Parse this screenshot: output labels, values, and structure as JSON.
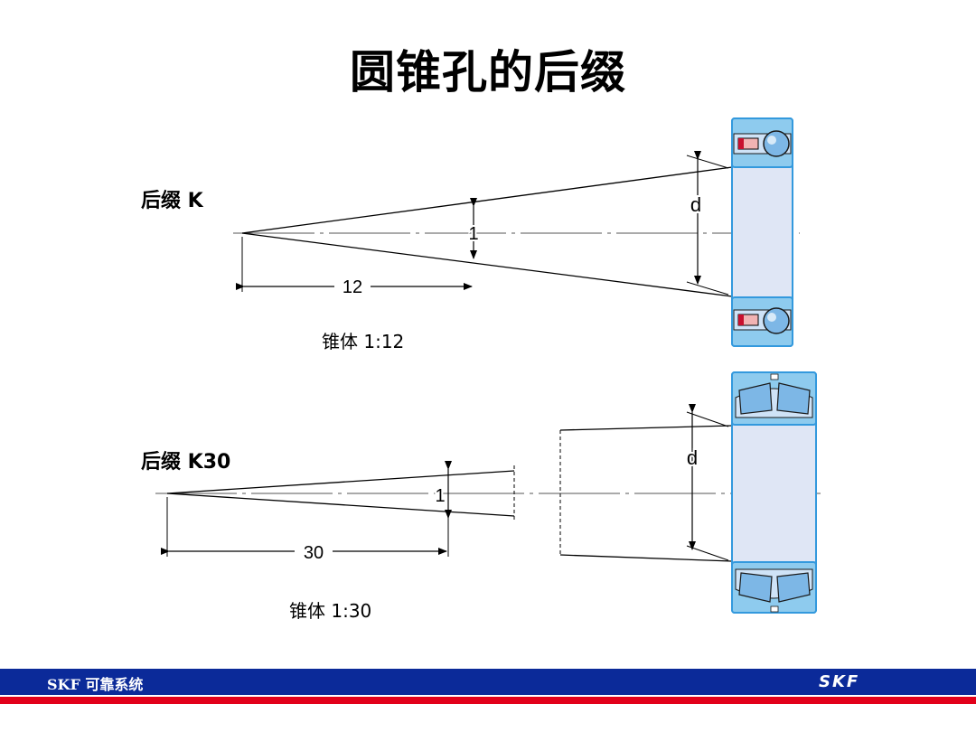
{
  "title": "圆锥孔的后缀",
  "sections": [
    {
      "label": "后缀 K",
      "caption": "锥体 1:12",
      "dim_length": "12",
      "dim_height": "1",
      "dim_bore": "d"
    },
    {
      "label": "后缀 K30",
      "caption": "锥体 1:30",
      "dim_length": "30",
      "dim_height": "1",
      "dim_bore": "d"
    }
  ],
  "footer": {
    "text": "SKF 可靠系统",
    "brand": "SKF"
  },
  "colors": {
    "footer_blue": "#0b2a99",
    "footer_red": "#e2001a",
    "bearing_outline": "#3399dd",
    "bearing_fill": "#dfe6f5"
  }
}
